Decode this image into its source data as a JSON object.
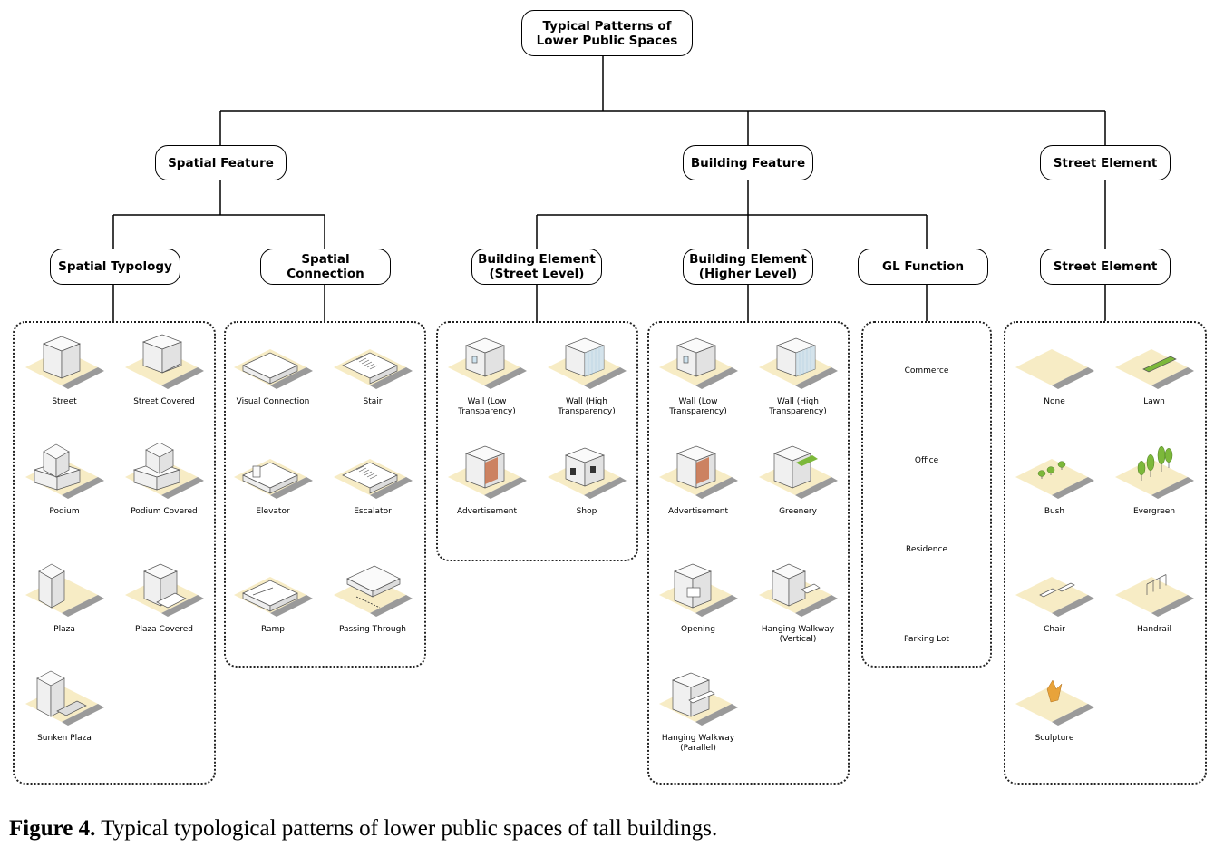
{
  "root": {
    "label": "Typical Patterns of\nLower Public Spaces"
  },
  "level1": [
    {
      "label": "Spatial Feature"
    },
    {
      "label": "Building Feature"
    },
    {
      "label": "Street Element"
    }
  ],
  "level2": [
    {
      "label": "Spatial Typology"
    },
    {
      "label": "Spatial Connection"
    },
    {
      "label": "Building Element\n(Street Level)"
    },
    {
      "label": "Building Element\n(Higher Level)"
    },
    {
      "label": "GL Function"
    },
    {
      "label": "Street Element"
    }
  ],
  "groups": {
    "spatial_typology": [
      {
        "label": "Street",
        "icon": "box-building-icon"
      },
      {
        "label": "Street Covered",
        "icon": "box-covered-icon"
      },
      {
        "label": "Podium",
        "icon": "podium-icon"
      },
      {
        "label": "Podium Covered",
        "icon": "podium-covered-icon"
      },
      {
        "label": "Plaza",
        "icon": "plaza-icon"
      },
      {
        "label": "Plaza Covered",
        "icon": "plaza-covered-icon"
      },
      {
        "label": "Sunken Plaza",
        "icon": "sunken-plaza-icon"
      }
    ],
    "spatial_connection": [
      {
        "label": "Visual Connection",
        "icon": "visual-connection-icon"
      },
      {
        "label": "Stair",
        "icon": "stair-icon"
      },
      {
        "label": "Elevator",
        "icon": "elevator-icon"
      },
      {
        "label": "Escalator",
        "icon": "escalator-icon"
      },
      {
        "label": "Ramp",
        "icon": "ramp-icon"
      },
      {
        "label": "Passing Through",
        "icon": "passing-through-icon"
      }
    ],
    "building_street": [
      {
        "label": "Wall (Low\nTransparency)",
        "icon": "wall-low-icon"
      },
      {
        "label": "Wall (High\nTransparency)",
        "icon": "wall-high-icon"
      },
      {
        "label": "Advertisement",
        "icon": "advertisement-icon"
      },
      {
        "label": "Shop",
        "icon": "shop-icon"
      }
    ],
    "building_higher": [
      {
        "label": "Wall (Low\nTransparency)",
        "icon": "wall-low-icon"
      },
      {
        "label": "Wall (High\nTransparency)",
        "icon": "wall-high-icon"
      },
      {
        "label": "Advertisement",
        "icon": "advertisement-icon"
      },
      {
        "label": "Greenery",
        "icon": "greenery-icon"
      },
      {
        "label": "Opening",
        "icon": "opening-icon"
      },
      {
        "label": "Hanging Walkway\n(Vertical)",
        "icon": "hanging-walkway-vertical-icon"
      },
      {
        "label": "Hanging Walkway\n(Parallel)",
        "icon": "hanging-walkway-parallel-icon"
      }
    ],
    "gl_function": [
      {
        "label": "Commerce"
      },
      {
        "label": "Office"
      },
      {
        "label": "Residence"
      },
      {
        "label": "Parking Lot"
      }
    ],
    "street_element": [
      {
        "label": "None",
        "icon": "empty-plot-icon"
      },
      {
        "label": "Lawn",
        "icon": "lawn-icon"
      },
      {
        "label": "Bush",
        "icon": "bush-icon"
      },
      {
        "label": "Evergreen",
        "icon": "evergreen-icon"
      },
      {
        "label": "Chair",
        "icon": "chair-icon"
      },
      {
        "label": "Handrail",
        "icon": "handrail-icon"
      },
      {
        "label": "Sculpture",
        "icon": "sculpture-icon"
      }
    ]
  },
  "colors": {
    "ground": "#f7ecc5",
    "street": "#9a9a9a",
    "green": "#7cb83a",
    "orange": "#e8a33a",
    "glass": "#cfe4f0",
    "brick": "#c8714a"
  },
  "caption": {
    "label": "Figure 4.",
    "text": "Typical typological patterns of lower public spaces of tall buildings."
  }
}
